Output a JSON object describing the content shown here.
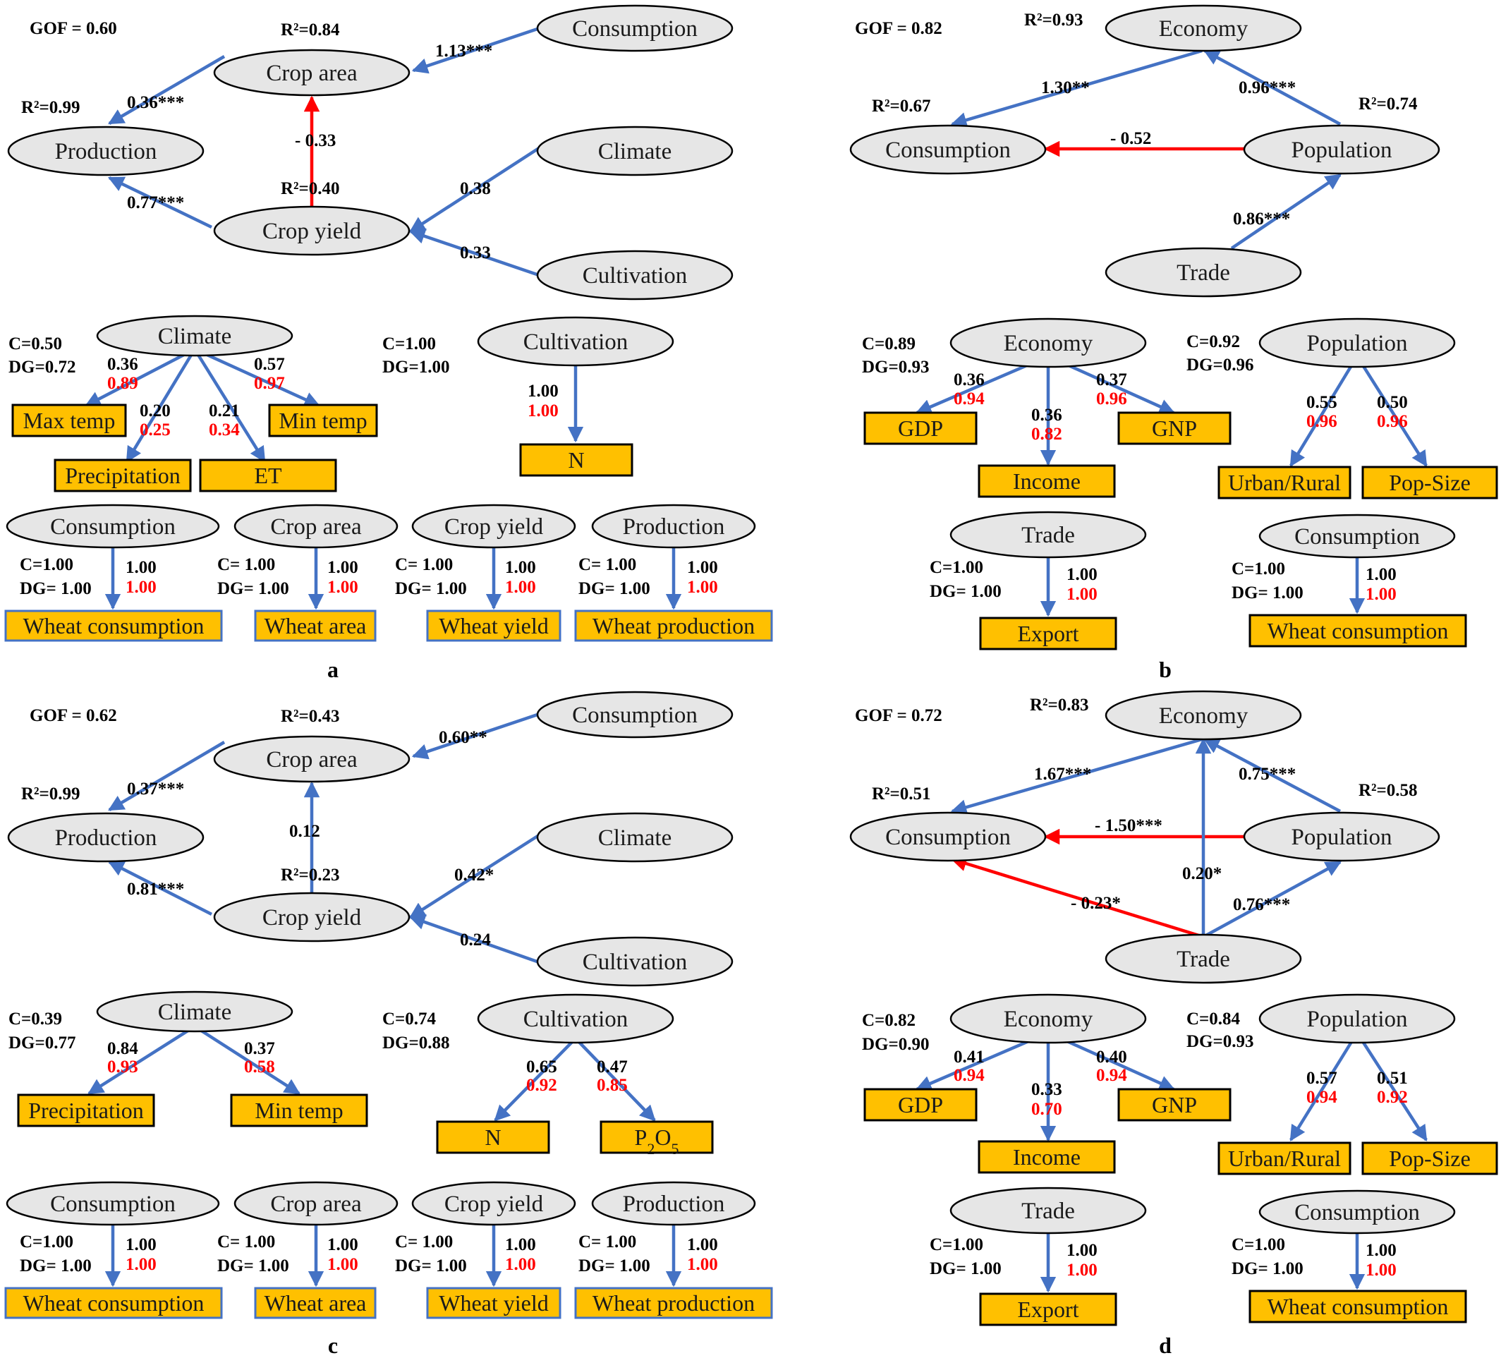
{
  "colors": {
    "positive_path": "#4472c4",
    "negative_path": "#ff0000",
    "indicator_box": "#ffc000",
    "latent_node": "#e6e6e6"
  },
  "panel_a": {
    "label": "a",
    "gof": "GOF = 0.60",
    "nodes": {
      "consumption": "Consumption",
      "crop_area": "Crop area",
      "production": "Production",
      "climate": "Climate",
      "crop_yield": "Crop yield",
      "cultivation": "Cultivation"
    },
    "r2": {
      "crop_area": "R²=0.84",
      "production": "R²=0.99",
      "crop_yield": "R²=0.40"
    },
    "paths": {
      "consumption_area": "1.13***",
      "area_production": "0.36***",
      "yield_area": "- 0.33",
      "yield_production": "0.77***",
      "climate_yield": "0.38",
      "cultivation_yield": "0.33"
    },
    "climate_block": {
      "c": "C=0.50",
      "dg": "DG=0.72",
      "latent": "Climate",
      "indicators": [
        "Max temp",
        "Precipitation",
        "ET",
        "Min temp"
      ],
      "loadings": [
        "0.36",
        "0.20",
        "0.21",
        "0.57"
      ],
      "weights": [
        "0.89",
        "0.25",
        "0.34",
        "0.97"
      ]
    },
    "cultivation_block": {
      "c": "C=1.00",
      "dg": "DG=1.00",
      "latent": "Cultivation",
      "indicator": "N",
      "loading": "1.00",
      "weight": "1.00"
    },
    "single_blocks": [
      {
        "latent": "Consumption",
        "indicator": "Wheat consumption",
        "c": "C=1.00",
        "dg": "DG= 1.00",
        "loading": "1.00",
        "weight": "1.00"
      },
      {
        "latent": "Crop area",
        "indicator": "Wheat area",
        "c": "C= 1.00",
        "dg": "DG= 1.00",
        "loading": "1.00",
        "weight": "1.00"
      },
      {
        "latent": "Crop yield",
        "indicator": "Wheat yield",
        "c": "C= 1.00",
        "dg": "DG= 1.00",
        "loading": "1.00",
        "weight": "1.00"
      },
      {
        "latent": "Production",
        "indicator": "Wheat production",
        "c": "C= 1.00",
        "dg": "DG= 1.00",
        "loading": "1.00",
        "weight": "1.00"
      }
    ]
  },
  "panel_b": {
    "label": "b",
    "gof": "GOF = 0.82",
    "nodes": {
      "economy": "Economy",
      "consumption": "Consumption",
      "population": "Population",
      "trade": "Trade"
    },
    "r2": {
      "economy": "R²=0.93",
      "consumption": "R²=0.67",
      "population": "R²=0.74"
    },
    "paths": {
      "economy_consumption": "1.30**",
      "population_economy": "0.96***",
      "population_consumption": "- 0.52",
      "trade_population": "0.86***"
    },
    "economy_block": {
      "c": "C=0.89",
      "dg": "DG=0.93",
      "latent": "Economy",
      "indicators": [
        "GDP",
        "Income",
        "GNP"
      ],
      "loadings": [
        "0.36",
        "0.36",
        "0.37"
      ],
      "weights": [
        "0.94",
        "0.82",
        "0.96"
      ]
    },
    "population_block": {
      "c": "C=0.92",
      "dg": "DG=0.96",
      "latent": "Population",
      "indicators": [
        "Urban/Rural",
        "Pop-Size"
      ],
      "loadings": [
        "0.55",
        "0.50"
      ],
      "weights": [
        "0.96",
        "0.96"
      ]
    },
    "single_blocks": [
      {
        "latent": "Trade",
        "indicator": "Export",
        "c": "C=1.00",
        "dg": "DG= 1.00",
        "loading": "1.00",
        "weight": "1.00"
      },
      {
        "latent": "Consumption",
        "indicator": "Wheat consumption",
        "c": "C=1.00",
        "dg": "DG= 1.00",
        "loading": "1.00",
        "weight": "1.00"
      }
    ]
  },
  "panel_c": {
    "label": "c",
    "gof": "GOF = 0.62",
    "nodes": {
      "consumption": "Consumption",
      "crop_area": "Crop area",
      "production": "Production",
      "climate": "Climate",
      "crop_yield": "Crop yield",
      "cultivation": "Cultivation"
    },
    "r2": {
      "crop_area": "R²=0.43",
      "production": "R²=0.99",
      "crop_yield": "R²=0.23"
    },
    "paths": {
      "consumption_area": "0.60**",
      "area_production": "0.37***",
      "yield_area": "0.12",
      "yield_production": "0.81***",
      "climate_yield": "0.42*",
      "cultivation_yield": "0.24"
    },
    "climate_block": {
      "c": "C=0.39",
      "dg": "DG=0.77",
      "latent": "Climate",
      "indicators": [
        "Precipitation",
        "Min temp"
      ],
      "loadings": [
        "0.84",
        "0.37"
      ],
      "weights": [
        "0.93",
        "0.58"
      ]
    },
    "cultivation_block": {
      "c": "C=0.74",
      "dg": "DG=0.88",
      "latent": "Cultivation",
      "indicators": [
        "N",
        "P2O5"
      ],
      "loadings": [
        "0.65",
        "0.47"
      ],
      "weights": [
        "0.92",
        "0.85"
      ]
    },
    "single_blocks": [
      {
        "latent": "Consumption",
        "indicator": "Wheat consumption",
        "c": "C=1.00",
        "dg": "DG= 1.00",
        "loading": "1.00",
        "weight": "1.00"
      },
      {
        "latent": "Crop area",
        "indicator": "Wheat area",
        "c": "C= 1.00",
        "dg": "DG= 1.00",
        "loading": "1.00",
        "weight": "1.00"
      },
      {
        "latent": "Crop yield",
        "indicator": "Wheat yield",
        "c": "C= 1.00",
        "dg": "DG= 1.00",
        "loading": "1.00",
        "weight": "1.00"
      },
      {
        "latent": "Production",
        "indicator": "Wheat production",
        "c": "C= 1.00",
        "dg": "DG= 1.00",
        "loading": "1.00",
        "weight": "1.00"
      }
    ]
  },
  "panel_d": {
    "label": "d",
    "gof": "GOF = 0.72",
    "nodes": {
      "economy": "Economy",
      "consumption": "Consumption",
      "population": "Population",
      "trade": "Trade"
    },
    "r2": {
      "economy": "R²=0.83",
      "consumption": "R²=0.51",
      "population": "R²=0.58"
    },
    "paths": {
      "economy_consumption": "1.67***",
      "population_economy": "0.75***",
      "population_consumption": "- 1.50***",
      "trade_economy": "0.20*",
      "trade_consumption": "- 0.23*",
      "trade_population": "0.76***"
    },
    "economy_block": {
      "c": "C=0.82",
      "dg": "DG=0.90",
      "latent": "Economy",
      "indicators": [
        "GDP",
        "Income",
        "GNP"
      ],
      "loadings": [
        "0.41",
        "0.33",
        "0.40"
      ],
      "weights": [
        "0.94",
        "0.70",
        "0.94"
      ]
    },
    "population_block": {
      "c": "C=0.84",
      "dg": "DG=0.93",
      "latent": "Population",
      "indicators": [
        "Urban/Rural",
        "Pop-Size"
      ],
      "loadings": [
        "0.57",
        "0.51"
      ],
      "weights": [
        "0.94",
        "0.92"
      ]
    },
    "single_blocks": [
      {
        "latent": "Trade",
        "indicator": "Export",
        "c": "C=1.00",
        "dg": "DG= 1.00",
        "loading": "1.00",
        "weight": "1.00"
      },
      {
        "latent": "Consumption",
        "indicator": "Wheat consumption",
        "c": "C=1.00",
        "dg": "DG= 1.00",
        "loading": "1.00",
        "weight": "1.00"
      }
    ]
  }
}
